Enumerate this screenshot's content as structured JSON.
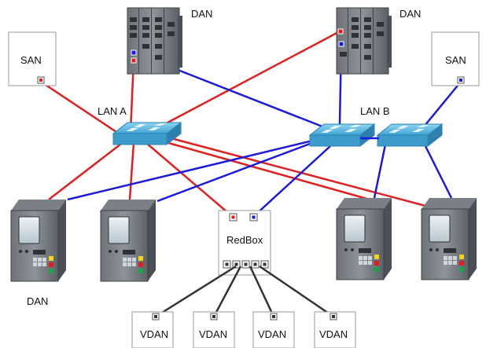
{
  "labels": {
    "dan_top_left": "DAN",
    "dan_top_right": "DAN",
    "san_left": "SAN",
    "san_right": "SAN",
    "lan_a": "LAN A",
    "lan_b": "LAN B",
    "redbox": "RedBox",
    "dan_bottom": "DAN",
    "vdan": [
      "VDAN",
      "VDAN",
      "VDAN",
      "VDAN"
    ]
  },
  "colors": {
    "lan_a": "#e02020",
    "lan_b": "#1a1adc",
    "vdan_link": "#333333",
    "switch": "#5bb8e0"
  }
}
